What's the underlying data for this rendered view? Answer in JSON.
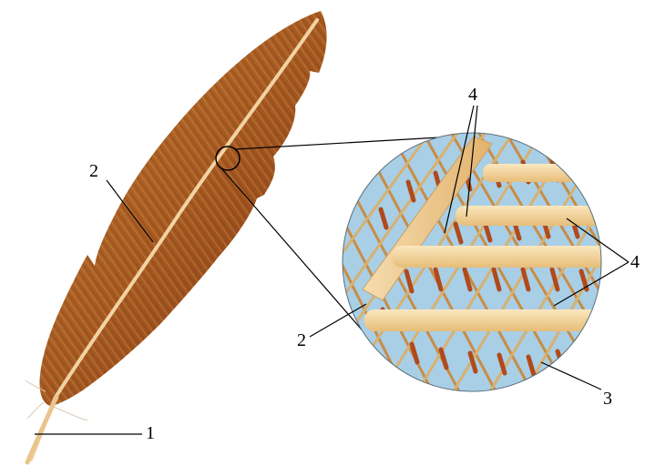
{
  "labels": {
    "quill": "1",
    "rachis_left": "2",
    "rachis_zoom": "2",
    "barb": "3",
    "barbule_top": "4",
    "barbule_right": "4"
  },
  "colors": {
    "vane_dark": "#8a3a14",
    "vane_mid": "#b5651d",
    "vane_light": "#d9973a",
    "rachis": "#f2d3a2",
    "zoom_background": "#a8cfe6",
    "barb": "#f6d9a0",
    "barbule_dark": "#b04a1c",
    "barbule_light": "#d8b070",
    "line": "#000000"
  }
}
